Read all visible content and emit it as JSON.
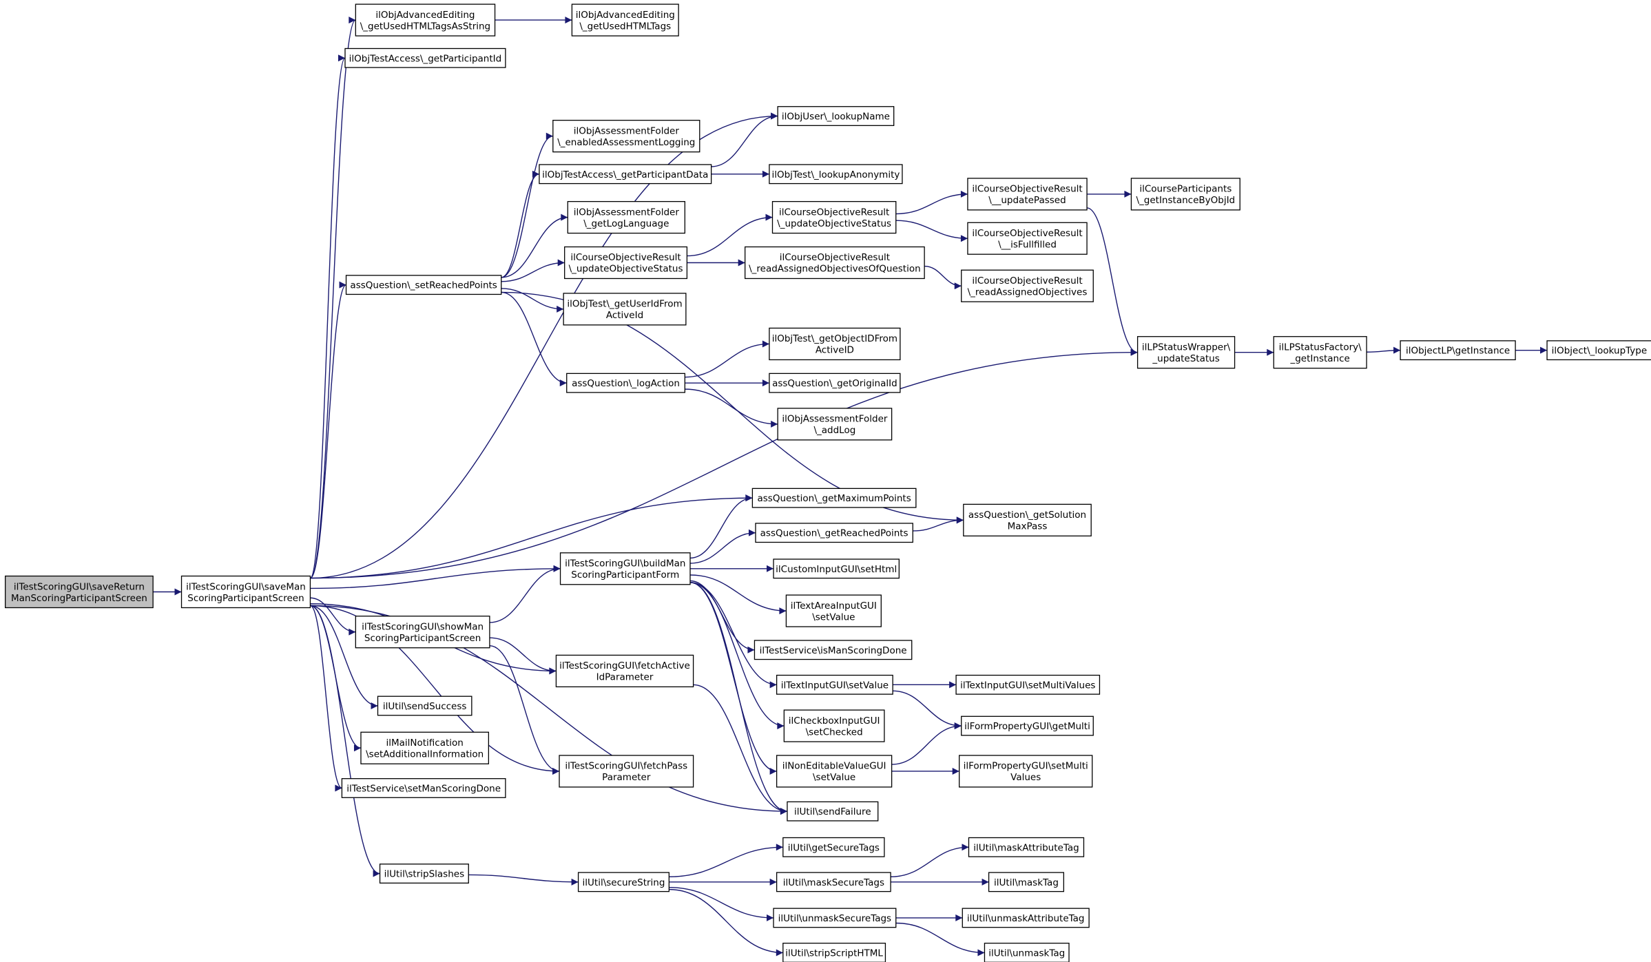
{
  "diagram": {
    "nodes": [
      {
        "id": "root",
        "lines": [
          "ilTestScoringGUI\\saveReturn",
          "ManScoringParticipantScreen"
        ]
      },
      {
        "id": "save",
        "lines": [
          "ilTestScoringGUI\\saveMan",
          "ScoringParticipantScreen"
        ]
      },
      {
        "id": "advTagsStr",
        "lines": [
          "ilObjAdvancedEditing",
          "\\_getUsedHTMLTagsAsString"
        ]
      },
      {
        "id": "advTags",
        "lines": [
          "ilObjAdvancedEditing",
          "\\_getUsedHTMLTags"
        ]
      },
      {
        "id": "partId",
        "lines": [
          "ilObjTestAccess\\_getParticipantId"
        ]
      },
      {
        "id": "lookupName",
        "lines": [
          "ilObjUser\\_lookupName"
        ]
      },
      {
        "id": "enabledLog",
        "lines": [
          "ilObjAssessmentFolder",
          "\\_enabledAssessmentLogging"
        ]
      },
      {
        "id": "partData",
        "lines": [
          "ilObjTestAccess\\_getParticipantData"
        ]
      },
      {
        "id": "lookupAnon",
        "lines": [
          "ilObjTest\\_lookupAnonymity"
        ]
      },
      {
        "id": "logLang",
        "lines": [
          "ilObjAssessmentFolder",
          "\\_getLogLanguage"
        ]
      },
      {
        "id": "setReached",
        "lines": [
          "assQuestion\\_setReachedPoints"
        ]
      },
      {
        "id": "cobjUpdStatus1",
        "lines": [
          "ilCourseObjectiveResult",
          "\\_updateObjectiveStatus"
        ]
      },
      {
        "id": "cobjUpdStatus2",
        "lines": [
          "ilCourseObjectiveResult",
          "\\_updateObjectiveStatus"
        ]
      },
      {
        "id": "cobjUpdPassed",
        "lines": [
          "ilCourseObjectiveResult",
          "\\__updatePassed"
        ]
      },
      {
        "id": "crsPart",
        "lines": [
          "ilCourseParticipants",
          "\\_getInstanceByObjId"
        ]
      },
      {
        "id": "cobjFulfilled",
        "lines": [
          "ilCourseObjectiveResult",
          "\\__isFullfilled"
        ]
      },
      {
        "id": "cobjReadQ",
        "lines": [
          "ilCourseObjectiveResult",
          "\\_readAssignedObjectivesOfQuestion"
        ]
      },
      {
        "id": "cobjRead",
        "lines": [
          "ilCourseObjectiveResult",
          "\\_readAssignedObjectives"
        ]
      },
      {
        "id": "userIdFromActive",
        "lines": [
          "ilObjTest\\_getUserIdFrom",
          "ActiveId"
        ]
      },
      {
        "id": "objIdFromActive",
        "lines": [
          "ilObjTest\\_getObjectIDFrom",
          "ActiveID"
        ]
      },
      {
        "id": "logAction",
        "lines": [
          "assQuestion\\_logAction"
        ]
      },
      {
        "id": "origId",
        "lines": [
          "assQuestion\\_getOriginalId"
        ]
      },
      {
        "id": "addLog",
        "lines": [
          "ilObjAssessmentFolder",
          "\\_addLog"
        ]
      },
      {
        "id": "lpUpdate",
        "lines": [
          "ilLPStatusWrapper\\",
          "_updateStatus"
        ]
      },
      {
        "id": "lpFactory",
        "lines": [
          "ilLPStatusFactory\\",
          "_getInstance"
        ]
      },
      {
        "id": "objLP",
        "lines": [
          "ilObjectLP\\getInstance"
        ]
      },
      {
        "id": "lookupType",
        "lines": [
          "ilObject\\_lookupType"
        ]
      },
      {
        "id": "maxPoints",
        "lines": [
          "assQuestion\\_getMaximumPoints"
        ]
      },
      {
        "id": "solMaxPass",
        "lines": [
          "assQuestion\\_getSolution",
          "MaxPass"
        ]
      },
      {
        "id": "getReached",
        "lines": [
          "assQuestion\\_getReachedPoints"
        ]
      },
      {
        "id": "buildForm",
        "lines": [
          "ilTestScoringGUI\\buildMan",
          "ScoringParticipantForm"
        ]
      },
      {
        "id": "customHtml",
        "lines": [
          "ilCustomInputGUI\\setHtml"
        ]
      },
      {
        "id": "textAreaVal",
        "lines": [
          "ilTextAreaInputGUI",
          "\\setValue"
        ]
      },
      {
        "id": "isManDone",
        "lines": [
          "ilTestService\\isManScoringDone"
        ]
      },
      {
        "id": "showScreen",
        "lines": [
          "ilTestScoringGUI\\showMan",
          "ScoringParticipantScreen"
        ]
      },
      {
        "id": "fetchActive",
        "lines": [
          "ilTestScoringGUI\\fetchActive",
          "IdParameter"
        ]
      },
      {
        "id": "textInputVal",
        "lines": [
          "ilTextInputGUI\\setValue"
        ]
      },
      {
        "id": "setMultiValues",
        "lines": [
          "ilTextInputGUI\\setMultiValues"
        ]
      },
      {
        "id": "sendSuccess",
        "lines": [
          "ilUtil\\sendSuccess"
        ]
      },
      {
        "id": "checkbox",
        "lines": [
          "ilCheckboxInputGUI",
          "\\setChecked"
        ]
      },
      {
        "id": "getMulti",
        "lines": [
          "ilFormPropertyGUI\\getMulti"
        ]
      },
      {
        "id": "mailNotif",
        "lines": [
          "ilMailNotification",
          "\\setAdditionalInformation"
        ]
      },
      {
        "id": "nonEditable",
        "lines": [
          "ilNonEditableValueGUI",
          "\\setValue"
        ]
      },
      {
        "id": "setMulti",
        "lines": [
          "ilFormPropertyGUI\\setMulti",
          "Values"
        ]
      },
      {
        "id": "setManDone",
        "lines": [
          "ilTestService\\setManScoringDone"
        ]
      },
      {
        "id": "fetchPass",
        "lines": [
          "ilTestScoringGUI\\fetchPass",
          "Parameter"
        ]
      },
      {
        "id": "sendFailure",
        "lines": [
          "ilUtil\\sendFailure"
        ]
      },
      {
        "id": "getSecureTags",
        "lines": [
          "ilUtil\\getSecureTags"
        ]
      },
      {
        "id": "maskAttr",
        "lines": [
          "ilUtil\\maskAttributeTag"
        ]
      },
      {
        "id": "stripSlashes",
        "lines": [
          "ilUtil\\stripSlashes"
        ]
      },
      {
        "id": "secureString",
        "lines": [
          "ilUtil\\secureString"
        ]
      },
      {
        "id": "maskSecure",
        "lines": [
          "ilUtil\\maskSecureTags"
        ]
      },
      {
        "id": "maskTag",
        "lines": [
          "ilUtil\\maskTag"
        ]
      },
      {
        "id": "unmaskSecure",
        "lines": [
          "ilUtil\\unmaskSecureTags"
        ]
      },
      {
        "id": "unmaskAttr",
        "lines": [
          "ilUtil\\unmaskAttributeTag"
        ]
      },
      {
        "id": "stripScript",
        "lines": [
          "ilUtil\\stripScriptHTML"
        ]
      },
      {
        "id": "unmaskTag",
        "lines": [
          "ilUtil\\unmaskTag"
        ]
      }
    ],
    "edges": [
      [
        "root",
        "save"
      ],
      [
        "save",
        "advTagsStr"
      ],
      [
        "advTagsStr",
        "advTags"
      ],
      [
        "save",
        "partId"
      ],
      [
        "save",
        "lookupName"
      ],
      [
        "save",
        "setReached"
      ],
      [
        "setReached",
        "enabledLog"
      ],
      [
        "setReached",
        "partData"
      ],
      [
        "partData",
        "lookupName"
      ],
      [
        "partData",
        "lookupAnon"
      ],
      [
        "setReached",
        "logLang"
      ],
      [
        "setReached",
        "cobjUpdStatus2"
      ],
      [
        "cobjUpdStatus2",
        "cobjUpdStatus1"
      ],
      [
        "cobjUpdStatus2",
        "cobjReadQ"
      ],
      [
        "cobjUpdStatus1",
        "cobjUpdPassed"
      ],
      [
        "cobjUpdStatus1",
        "cobjFulfilled"
      ],
      [
        "cobjUpdPassed",
        "crsPart"
      ],
      [
        "cobjUpdPassed",
        "lpUpdate"
      ],
      [
        "cobjReadQ",
        "cobjRead"
      ],
      [
        "setReached",
        "userIdFromActive"
      ],
      [
        "setReached",
        "solMaxPass"
      ],
      [
        "setReached",
        "logAction"
      ],
      [
        "logAction",
        "objIdFromActive"
      ],
      [
        "logAction",
        "origId"
      ],
      [
        "logAction",
        "addLog"
      ],
      [
        "save",
        "lpUpdate"
      ],
      [
        "lpUpdate",
        "lpFactory"
      ],
      [
        "lpFactory",
        "objLP"
      ],
      [
        "objLP",
        "lookupType"
      ],
      [
        "save",
        "maxPoints"
      ],
      [
        "save",
        "buildForm"
      ],
      [
        "buildForm",
        "maxPoints"
      ],
      [
        "buildForm",
        "getReached"
      ],
      [
        "getReached",
        "solMaxPass"
      ],
      [
        "buildForm",
        "customHtml"
      ],
      [
        "buildForm",
        "textAreaVal"
      ],
      [
        "buildForm",
        "isManDone"
      ],
      [
        "buildForm",
        "textInputVal"
      ],
      [
        "buildForm",
        "checkbox"
      ],
      [
        "buildForm",
        "nonEditable"
      ],
      [
        "buildForm",
        "sendFailure"
      ],
      [
        "textInputVal",
        "setMultiValues"
      ],
      [
        "textInputVal",
        "getMulti"
      ],
      [
        "nonEditable",
        "getMulti"
      ],
      [
        "nonEditable",
        "setMulti"
      ],
      [
        "save",
        "showScreen"
      ],
      [
        "showScreen",
        "buildForm"
      ],
      [
        "showScreen",
        "fetchActive"
      ],
      [
        "showScreen",
        "fetchPass"
      ],
      [
        "save",
        "fetchActive"
      ],
      [
        "fetchActive",
        "sendFailure"
      ],
      [
        "save",
        "sendSuccess"
      ],
      [
        "save",
        "mailNotif"
      ],
      [
        "save",
        "setManDone"
      ],
      [
        "save",
        "fetchPass"
      ],
      [
        "save",
        "sendFailure"
      ],
      [
        "save",
        "stripSlashes"
      ],
      [
        "stripSlashes",
        "secureString"
      ],
      [
        "secureString",
        "getSecureTags"
      ],
      [
        "secureString",
        "maskSecure"
      ],
      [
        "secureString",
        "unmaskSecure"
      ],
      [
        "secureString",
        "stripScript"
      ],
      [
        "maskSecure",
        "maskAttr"
      ],
      [
        "maskSecure",
        "maskTag"
      ],
      [
        "unmaskSecure",
        "unmaskAttr"
      ],
      [
        "unmaskSecure",
        "unmaskTag"
      ]
    ]
  }
}
